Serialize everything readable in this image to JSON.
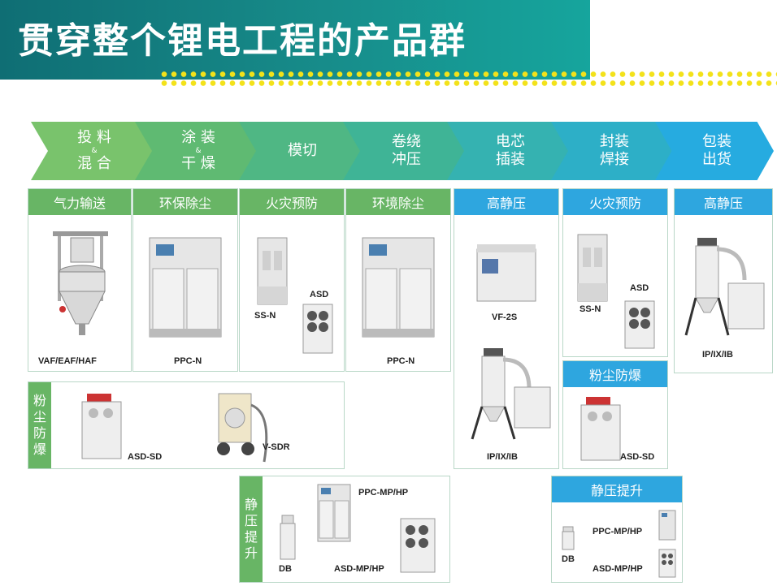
{
  "title": "贯穿整个锂电工程的产品群",
  "process": [
    {
      "line1": "投 料",
      "amp": "&",
      "line2": "混 合",
      "color": "#79c36c"
    },
    {
      "line1": "涂 装",
      "amp": "&",
      "line2": "干 燥",
      "color": "#5fba72"
    },
    {
      "line1": "模切",
      "amp": "",
      "line2": "",
      "color": "#4fb784"
    },
    {
      "line1": "卷绕",
      "amp": "",
      "line2": "冲压",
      "color": "#3fb496"
    },
    {
      "line1": "电芯",
      "amp": "",
      "line2": "插装",
      "color": "#35b2b1"
    },
    {
      "line1": "封装",
      "amp": "",
      "line2": "焊接",
      "color": "#2dafc7"
    },
    {
      "line1": "包装",
      "amp": "",
      "line2": "出货",
      "color": "#26abe0"
    }
  ],
  "boxes": {
    "b1": {
      "header": "气力输送",
      "labels": [
        "VAF/EAF/HAF"
      ]
    },
    "b2": {
      "header": "环保除尘",
      "labels": [
        "PPC-N"
      ]
    },
    "b3": {
      "header": "火灾预防",
      "labels": [
        "SS-N",
        "ASD"
      ]
    },
    "b4": {
      "header": "环境除尘",
      "labels": [
        "PPC-N"
      ]
    },
    "b5": {
      "header": "高静压",
      "labels": [
        "VF-2S",
        "IP/IX/IB"
      ]
    },
    "b6": {
      "header": "火灾预防",
      "labels": [
        "SS-N",
        "ASD"
      ]
    },
    "b7": {
      "header": "高静压",
      "labels": [
        "IP/IX/IB"
      ]
    },
    "b8": {
      "header": "粉尘防爆",
      "side": [
        "粉",
        "尘",
        "防",
        "爆"
      ],
      "labels": [
        "ASD-SD",
        "V-SDR"
      ]
    },
    "b9": {
      "header": "粉尘防爆",
      "labels": [
        "ASD-SD"
      ]
    },
    "b10": {
      "header": "静压提升",
      "side": [
        "静",
        "压",
        "提",
        "升"
      ],
      "labels": [
        "PPC-MP/HP",
        "DB",
        "ASD-MP/HP"
      ]
    },
    "b11": {
      "header": "静压提升",
      "labels": [
        "PPC-MP/HP",
        "DB",
        "ASD-MP/HP"
      ]
    }
  },
  "colors": {
    "green": "#68b565",
    "blue": "#2ea6df",
    "teal": "#178c8a",
    "dots": "#f3e21a"
  }
}
